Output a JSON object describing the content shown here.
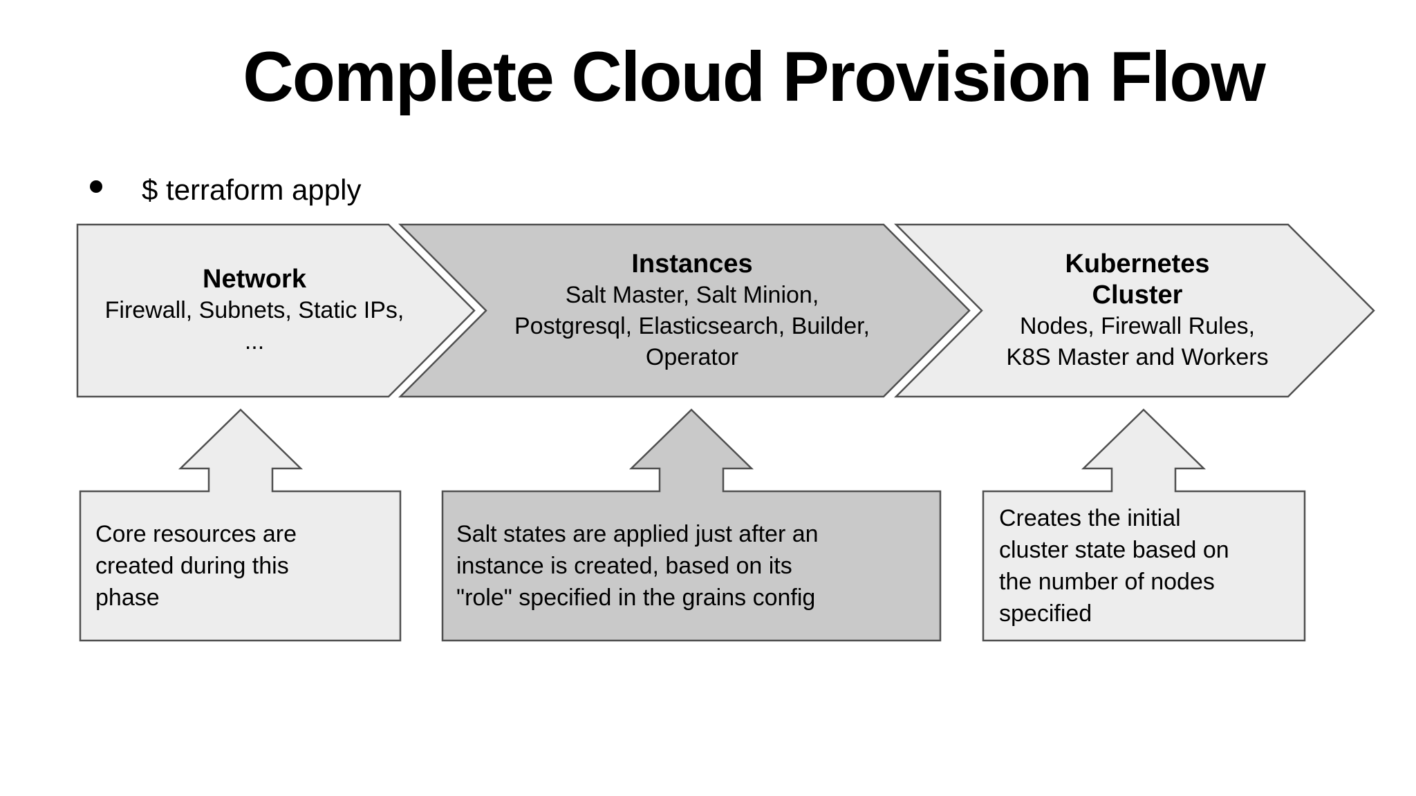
{
  "slide": {
    "title": "Complete Cloud Provision Flow",
    "bullet": "$ terraform apply"
  },
  "colors": {
    "background": "#ffffff",
    "light_fill": "#ededed",
    "dark_fill": "#c9c9c9",
    "border": "#4f4f4f",
    "text": "#000000"
  },
  "chevrons": [
    {
      "title_lines": [
        "Network"
      ],
      "lines": [
        "Firewall, Subnets, Static IPs,",
        "..."
      ]
    },
    {
      "title_lines": [
        "Instances"
      ],
      "lines": [
        "Salt Master, Salt Minion,",
        "Postgresql, Elasticsearch, Builder,",
        "Operator"
      ]
    },
    {
      "title_lines": [
        "Kubernetes",
        "Cluster"
      ],
      "lines": [
        "Nodes, Firewall Rules,",
        "K8S Master and Workers"
      ]
    }
  ],
  "callouts": [
    {
      "lines": [
        "Core resources are",
        "created during this",
        "phase"
      ]
    },
    {
      "lines": [
        "Salt states are applied just after an",
        "instance is created, based on its",
        "\"role\" specified in the grains config"
      ]
    },
    {
      "lines": [
        "Creates the initial",
        "cluster state based on",
        "the number of nodes",
        "specified"
      ]
    }
  ]
}
